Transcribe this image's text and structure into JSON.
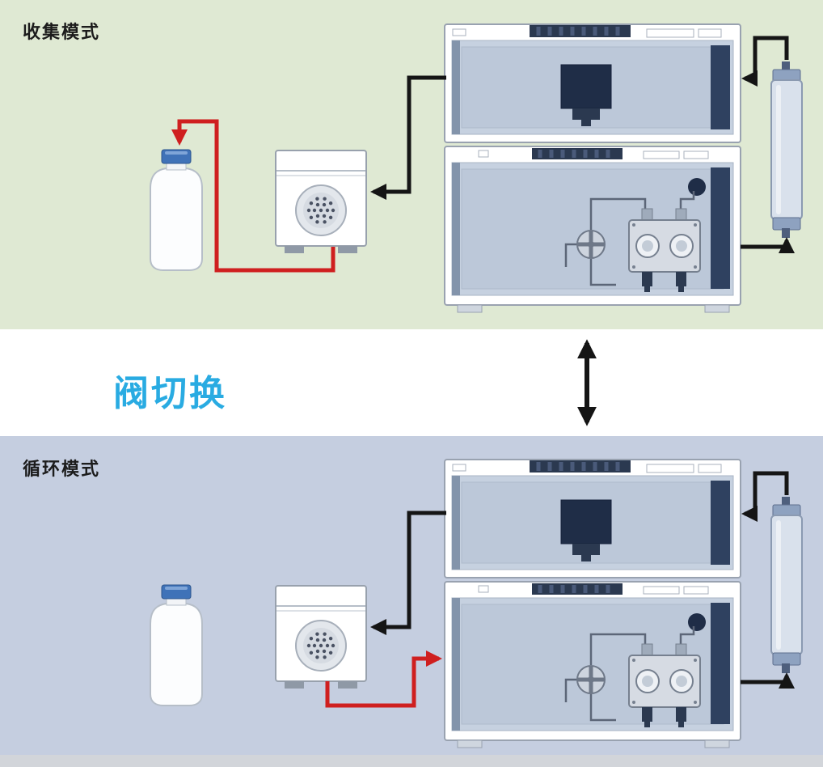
{
  "sections": {
    "collection": {
      "label": "收集模式"
    },
    "circulation": {
      "label": "循环模式"
    },
    "transition": {
      "label": "阀切换"
    }
  },
  "colors": {
    "collection_bg": "#dfe9d3",
    "circulation_bg": "#c5cee0",
    "transition_bg": "#ffffff",
    "bottom_strip": "#d2d5da",
    "valve_switch_text": "#29abe2",
    "tubing_black": "#151515",
    "tubing_red": "#cf1f1f",
    "bottle_cap_blue": "#3f72b8",
    "instrument_panel_blue": "#c6d1e0",
    "instrument_dark_navy": "#2b3950"
  },
  "components": {
    "bottle": "collection-bottle",
    "valve": "switching-valve-unit",
    "detector": "detector-module",
    "pump": "pump-module",
    "column": "separation-column",
    "transition_arrow": "valve-switch-double-arrow"
  }
}
